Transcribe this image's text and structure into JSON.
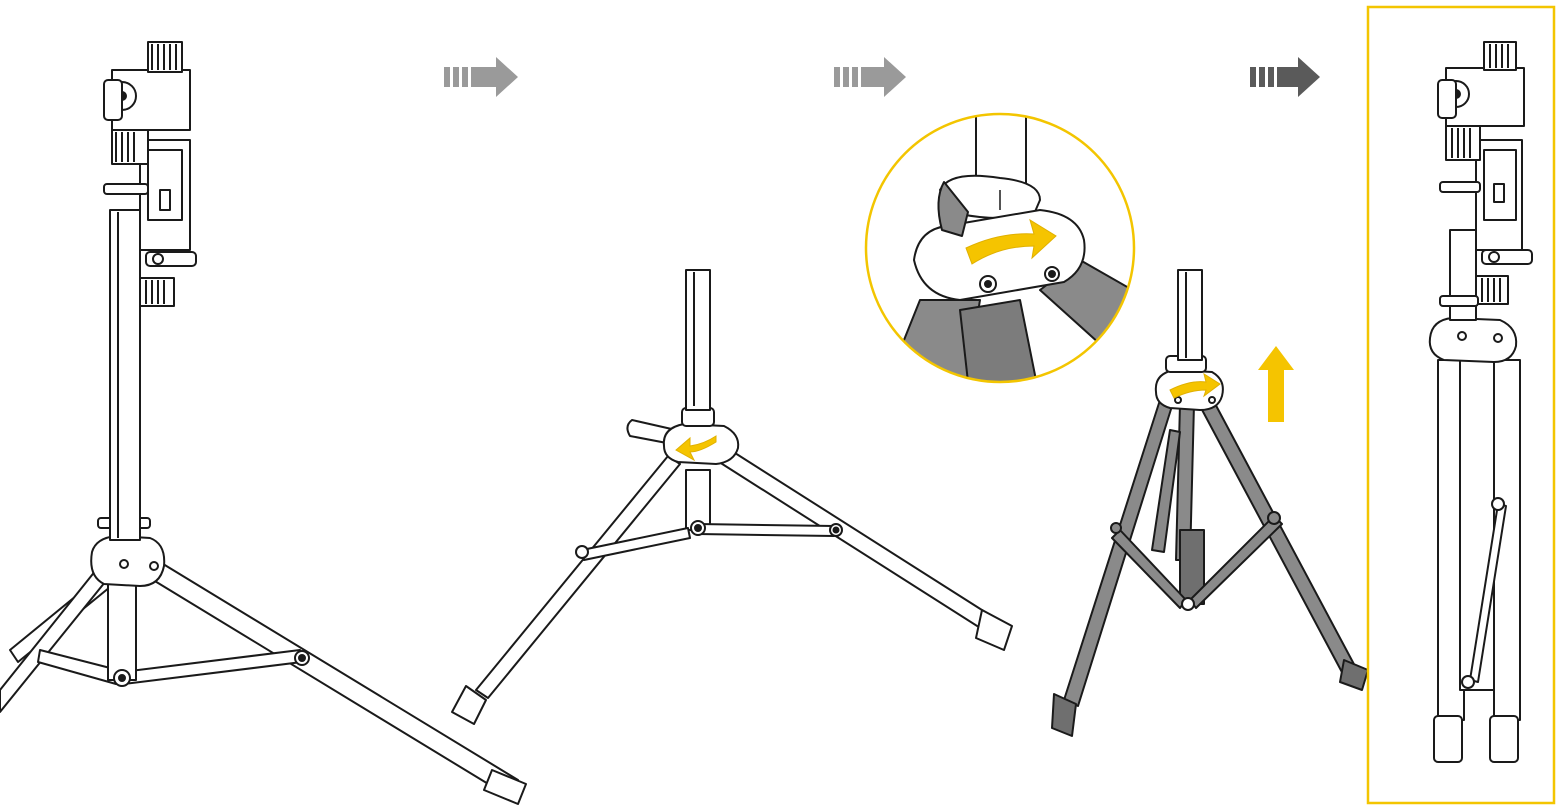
{
  "colors": {
    "line": "#1a1a1a",
    "white_fill": "#ffffff",
    "gray_leg": "#8a8a8a",
    "gray_leg_dark": "#6f6f6f",
    "arrow_gray": "#9a9a9a",
    "accent_yellow": "#f5c400",
    "frame_yellow": "#f3c500"
  },
  "steps": [
    {
      "name": "stand-upright-with-head"
    },
    {
      "name": "rotate-collar-to-unlock"
    },
    {
      "name": "lift-hub-to-fold-legs"
    },
    {
      "name": "stand-folded-result"
    }
  ],
  "arrows": [
    {
      "name": "step-arrow-1"
    },
    {
      "name": "step-arrow-2"
    },
    {
      "name": "step-arrow-3"
    }
  ],
  "detail": {
    "name": "collar-rotation-zoom"
  },
  "icons": {
    "rotate": "curved-rotate-arrow-icon",
    "lift": "up-arrow-icon"
  }
}
